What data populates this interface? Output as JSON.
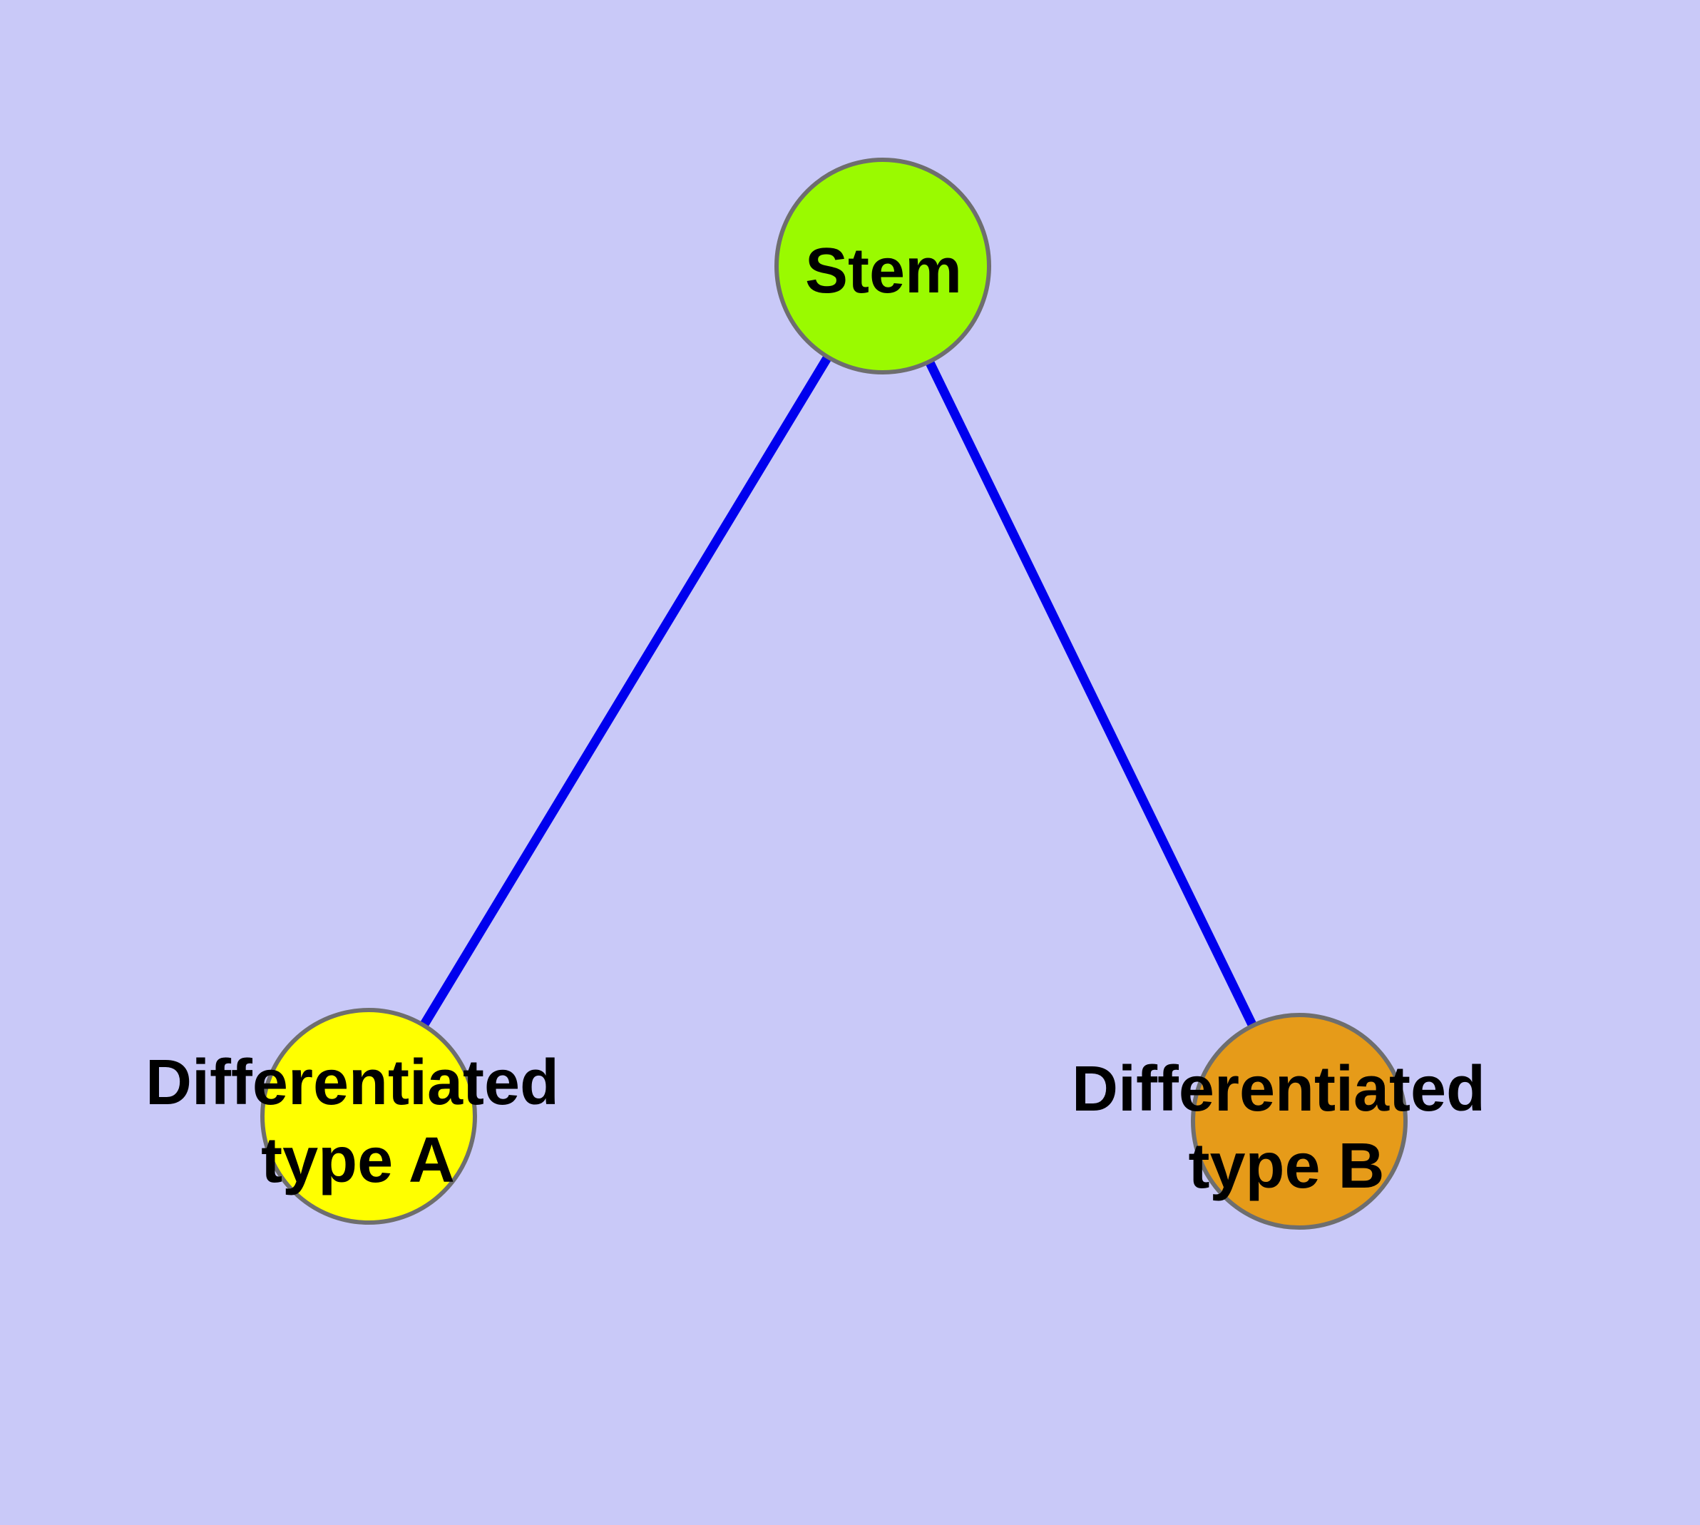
{
  "canvas": {
    "background": "#c9c9f8"
  },
  "diagram_type": "node-link graph",
  "nodes": [
    {
      "id": "stem",
      "label": "Stem",
      "label_lines": [
        "Stem"
      ],
      "color": "#9afa00"
    },
    {
      "id": "differentiated-type-a",
      "label": "Differentiated type A",
      "label_lines": [
        "Differentiated",
        "type A"
      ],
      "color": "#ffff00"
    },
    {
      "id": "differentiated-type-b",
      "label": "Differentiated type B",
      "label_lines": [
        "Differentiated",
        "type B"
      ],
      "color": "#e69b19"
    }
  ],
  "edges": {
    "color": "#0000ee",
    "items": [
      {
        "from": "stem",
        "to": "differentiated-type-a"
      },
      {
        "from": "stem",
        "to": "differentiated-type-b"
      }
    ]
  },
  "node_border_color": "#6e6e6e"
}
